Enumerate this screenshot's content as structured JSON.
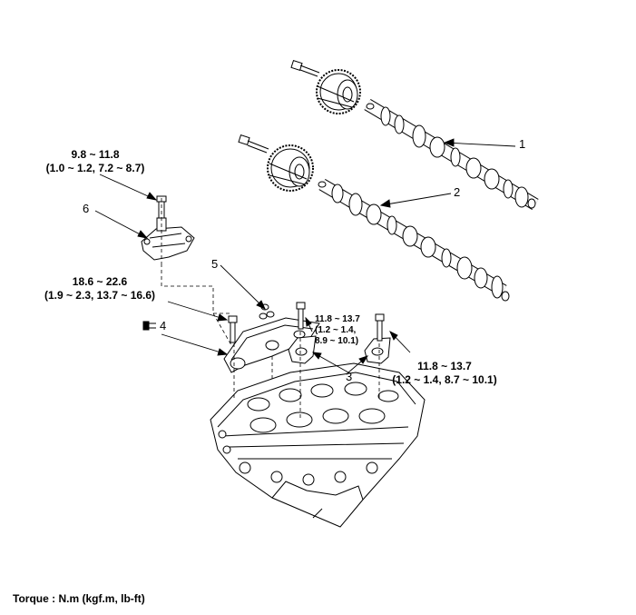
{
  "callouts": {
    "c1": "1",
    "c2": "2",
    "c3": "3",
    "c4": "4",
    "c5": "5",
    "c6": "6"
  },
  "torque": {
    "t1_line1": "9.8 ~ 11.8",
    "t1_line2": "(1.0 ~ 1.2, 7.2 ~ 8.7)",
    "t2_line1": "18.6 ~ 22.6",
    "t2_line2": "(1.9 ~ 2.3, 13.7 ~ 16.6)",
    "t3_line1": "11.8 ~ 13.7",
    "t3_line2": "(1.2 ~ 1.4,",
    "t3_line3": "8.9 ~ 10.1)",
    "t4_line1": "11.8 ~ 13.7",
    "t4_line2": "(1.2 ~ 1.4, 8.7 ~ 10.1)"
  },
  "footer": "Torque : N.m (kgf.m, lb-ft)"
}
